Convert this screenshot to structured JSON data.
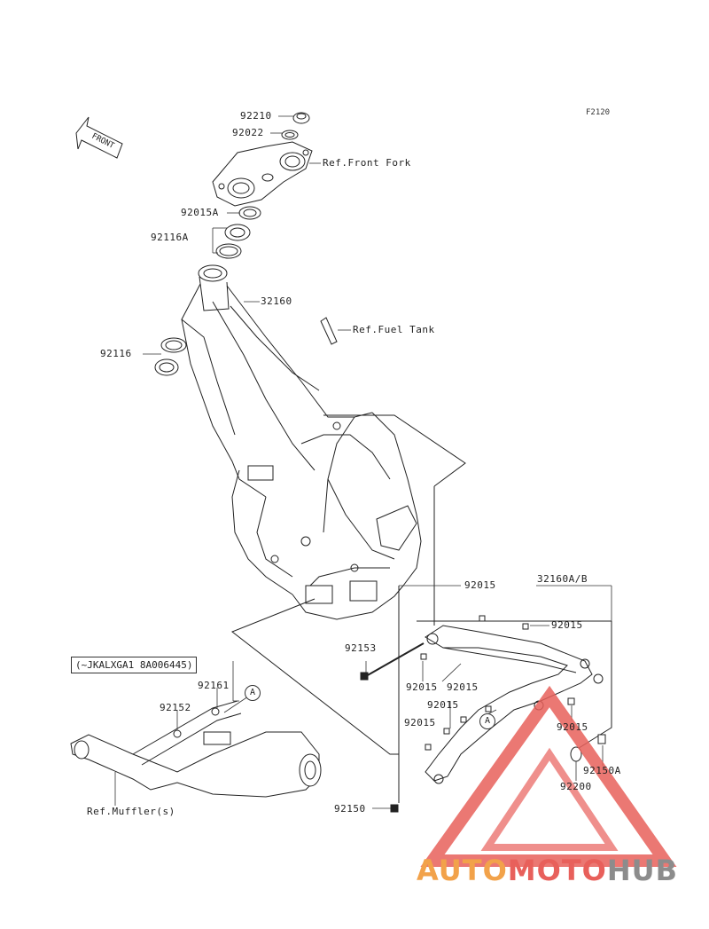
{
  "diagram_code": "F2120",
  "front_arrow_label": "FRONT",
  "parts": {
    "p92210": "92210",
    "p92022": "92022",
    "ref_front_fork": "Ref.Front Fork",
    "p92015A": "92015A",
    "p92116A": "92116A",
    "p32160": "32160",
    "ref_fuel_tank": "Ref.Fuel Tank",
    "p92116": "92116",
    "p92015_top": "92015",
    "p32160AB": "32160A/B",
    "p92015_right": "92015",
    "p92153": "92153",
    "p92015_a": "92015",
    "p92015_b": "92015",
    "p92015_c": "92015",
    "p92015_d": "92015",
    "p92015_e": "92015",
    "p92150A": "92150A",
    "p92200": "92200",
    "p92150": "92150",
    "p92161": "92161",
    "p92152": "92152",
    "ref_muffler": "Ref.Muffler(s)"
  },
  "applicability_note": "(~JKALXGA1 8A006445)",
  "callout_a1": "A",
  "callout_a2": "A",
  "watermark": {
    "part1": "AUTO",
    "part2": "MOTO",
    "part3": "HUB",
    "colors": {
      "orange": "#f2a24a",
      "red": "#e8605b",
      "gray": "#8c8c8c"
    }
  }
}
